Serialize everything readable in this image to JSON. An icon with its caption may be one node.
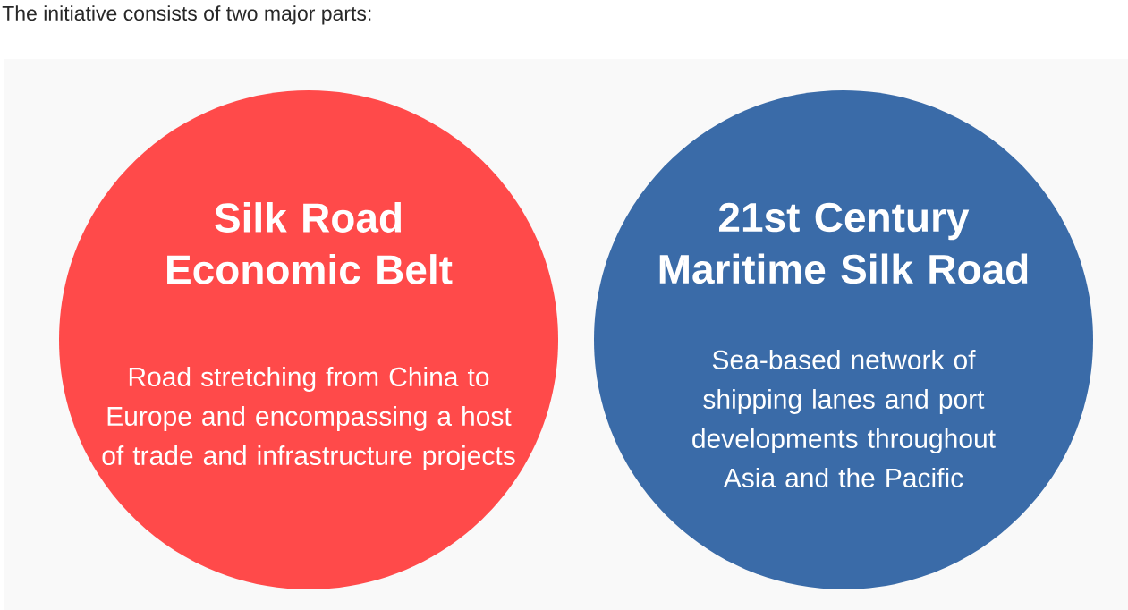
{
  "diagram": {
    "title": "The initiative consists of two major parts:",
    "nodes": [
      {
        "text": [
          "Silk Road Economic Belt",
          "Road stretching from China to Europe and encompassing a host of trade and infrastructure projects"
        ]
      },
      {
        "text": [
          "21st Century Maritime Silk Road",
          "Sea-based network of shipping lanes and port developments throughout Asia and the Pacific"
        ]
      }
    ]
  }
}
